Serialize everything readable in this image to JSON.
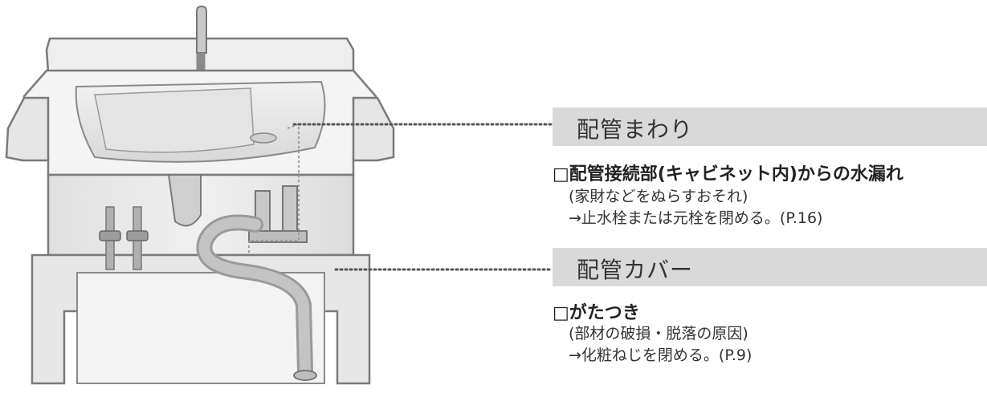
{
  "sections": [
    {
      "heading": "配管まわり",
      "check_title": "□配管接続部(キャビネット内)からの水漏れ",
      "note": "(家財などをぬらすおそれ)",
      "action": "→止水栓または元栓を閉める。(P.16)"
    },
    {
      "heading": "配管カバー",
      "check_title": "□がたつき",
      "note": "(部材の破損・脱落の原因)",
      "action": "→化粧ねじを閉める。(P.9)"
    }
  ],
  "colors": {
    "band": "#d9d9d9",
    "outline": "#7a7a7a",
    "body_fill": "#ececec",
    "pipe_fill": "#bdbdbd",
    "leader": "#555555"
  }
}
